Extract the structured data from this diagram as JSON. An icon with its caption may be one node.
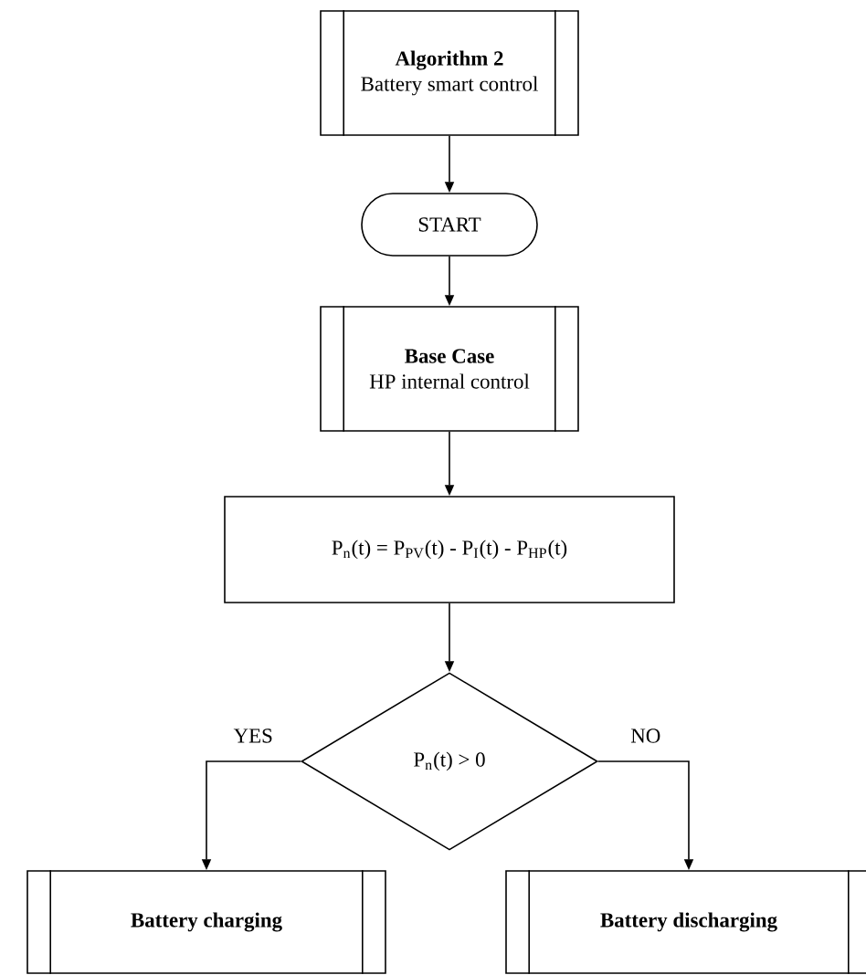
{
  "diagram": {
    "nodes": [
      {
        "text": [
          "Algorithm 2",
          "Battery smart control"
        ]
      },
      {
        "text": [
          "START"
        ]
      },
      {
        "text": [
          "Base Case",
          "HP internal control"
        ]
      },
      {
        "text": [
          "P$_{n}$(t) = P$_{PV}$(t) - P$_{I}$(t) - P$_{HP}$(t)"
        ]
      },
      {
        "text": [
          "P$_{n}$(t) > 0"
        ]
      },
      {
        "text": [
          "Battery charging"
        ]
      },
      {
        "text": [
          "Battery discharging"
        ]
      }
    ],
    "edges": [
      {
        "from": 0,
        "to": 1,
        "arrow": "to"
      },
      {
        "from": 1,
        "to": 2,
        "arrow": "to"
      },
      {
        "from": 2,
        "to": 3,
        "arrow": "to"
      },
      {
        "from": 3,
        "to": 4,
        "arrow": "to"
      },
      {
        "from": 4,
        "to": 5,
        "arrow": "to",
        "label": "YES"
      },
      {
        "from": 4,
        "to": 6,
        "arrow": "to",
        "label": "NO"
      }
    ]
  }
}
